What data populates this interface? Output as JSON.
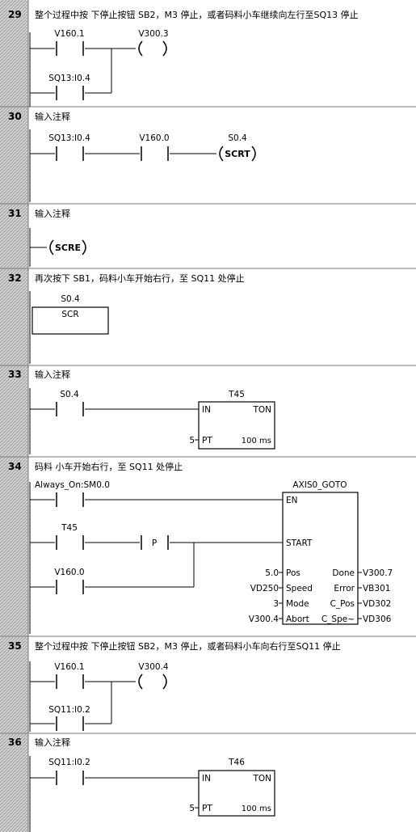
{
  "networks": [
    {
      "num": "29",
      "comment": "整个过程中按 下停止按钮 SB2，M3 停止，或者码料小车继续向左行至SQ13 停止",
      "contacts": [
        "V160.1",
        "SQ13:I0.4"
      ],
      "coil": "V300.3",
      "coil_text": ""
    },
    {
      "num": "30",
      "comment": "输入注释",
      "contacts": [
        "SQ13:I0.4",
        "V160.0"
      ],
      "coil": "S0.4",
      "coil_text": "SCRT"
    },
    {
      "num": "31",
      "comment": "输入注释",
      "coil_text": "SCRE"
    },
    {
      "num": "32",
      "comment": "再次按下 SB1，码料小车开始右行，至 SQ11 处停止",
      "box_label": "S0.4",
      "box_title": "SCR"
    },
    {
      "num": "33",
      "comment": "输入注释",
      "contact": "S0.4",
      "timer": "T45",
      "in": "IN",
      "type": "TON",
      "pt_value": "5",
      "pt": "PT",
      "resolution": "100 ms"
    },
    {
      "num": "34",
      "comment": "码料 小车开始右行，至 SQ11 处停止",
      "contacts": [
        "Always_On:SM0.0",
        "T45",
        "V160.0"
      ],
      "p_label": "P",
      "block_title": "AXIS0_GOTO",
      "en": "EN",
      "start": "START",
      "inputs": [
        {
          "value": "5.0",
          "pin": "Pos"
        },
        {
          "value": "VD250",
          "pin": "Speed"
        },
        {
          "value": "3",
          "pin": "Mode"
        },
        {
          "value": "V300.4",
          "pin": "Abort"
        }
      ],
      "outputs": [
        {
          "pin": "Done",
          "value": "V300.7"
        },
        {
          "pin": "Error",
          "value": "VB301"
        },
        {
          "pin": "C_Pos",
          "value": "VD302"
        },
        {
          "pin": "C_Spe~",
          "value": "VD306"
        }
      ]
    },
    {
      "num": "35",
      "comment": "整个过程中按 下停止按钮 SB2，M3 停止，或者码料小车向右行至SQ11 停止",
      "contacts": [
        "V160.1",
        "SQ11:I0.2"
      ],
      "coil": "V300.4",
      "coil_text": ""
    },
    {
      "num": "36",
      "comment": "输入注释",
      "contact": "SQ11:I0.2",
      "timer": "T46",
      "in": "IN",
      "type": "TON",
      "pt_value": "5",
      "pt": "PT",
      "resolution": "100 ms"
    }
  ],
  "colors": {
    "gutter": "#c8c8c8",
    "frame": "#7a7a7a",
    "wire": "#000000"
  }
}
